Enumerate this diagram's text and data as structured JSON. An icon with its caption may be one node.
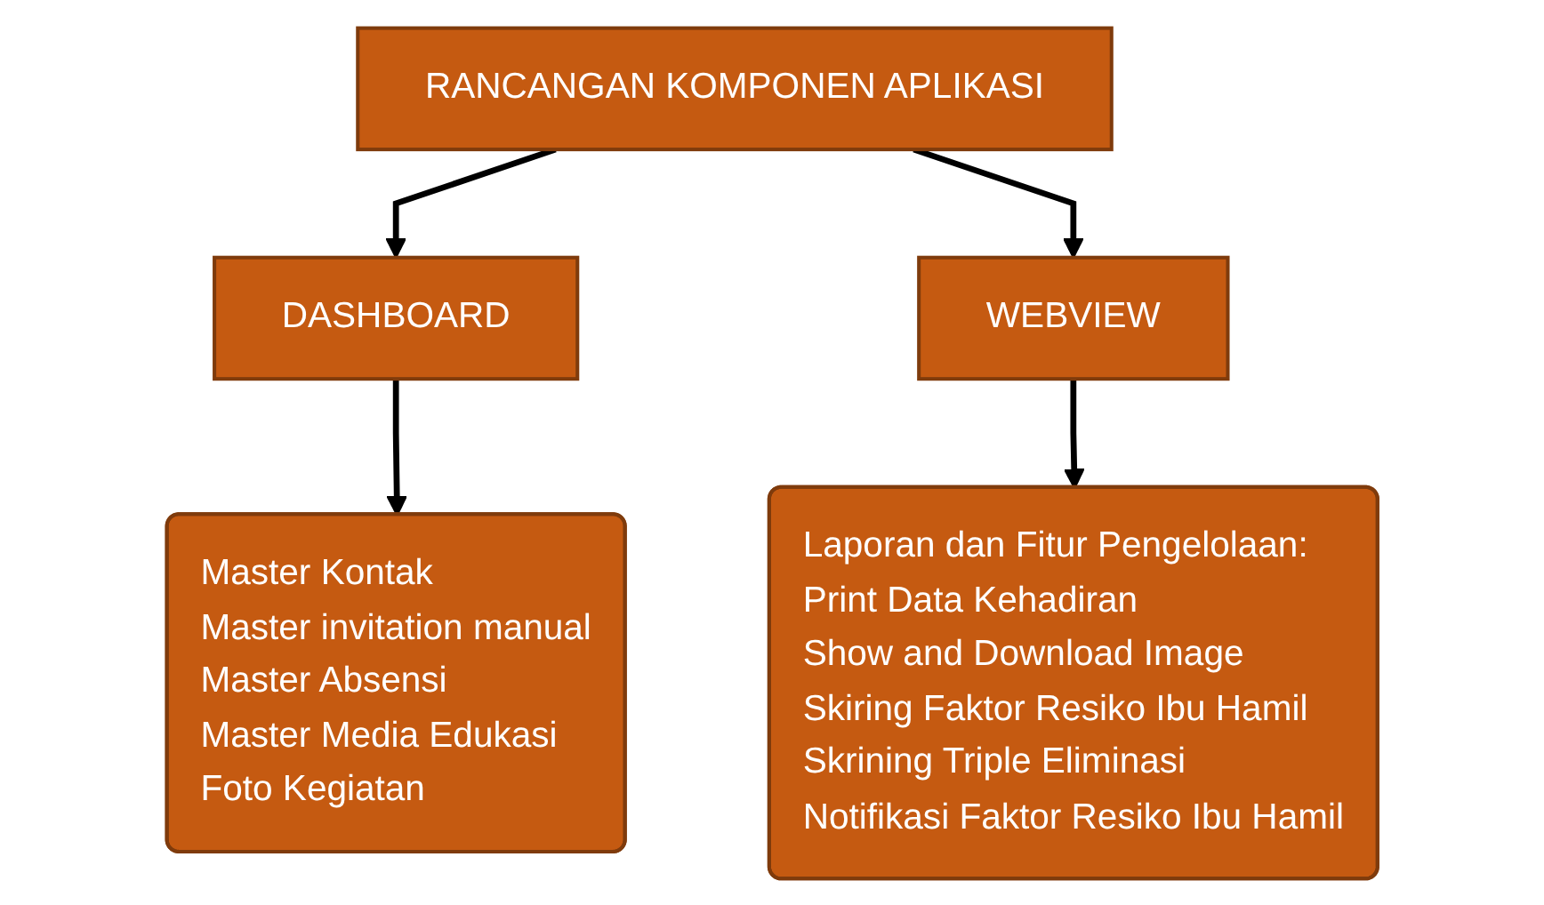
{
  "diagram": {
    "nodes": [
      {
        "text": [
          "RANCANGAN KOMPONEN APLIKASI"
        ]
      },
      {
        "text": [
          "DASHBOARD"
        ]
      },
      {
        "text": [
          "WEBVIEW"
        ]
      },
      {
        "text": [
          "Master Kontak",
          "Master invitation manual",
          "Master Absensi",
          "Master Media Edukasi",
          "Foto Kegiatan"
        ]
      },
      {
        "text": [
          "Laporan dan Fitur Pengelolaan:",
          "Print Data Kehadiran",
          "Show and Download Image",
          "Skiring Faktor Resiko Ibu Hamil",
          "Skrining Triple Eliminasi",
          "Notifikasi Faktor Resiko Ibu Hamil"
        ]
      }
    ],
    "edges": [
      {
        "from": 0,
        "to": 1,
        "arrow": "to"
      },
      {
        "from": 0,
        "to": 2,
        "arrow": "to"
      },
      {
        "from": 1,
        "to": 3,
        "arrow": "to"
      },
      {
        "from": 2,
        "to": 4,
        "arrow": "to"
      }
    ]
  }
}
